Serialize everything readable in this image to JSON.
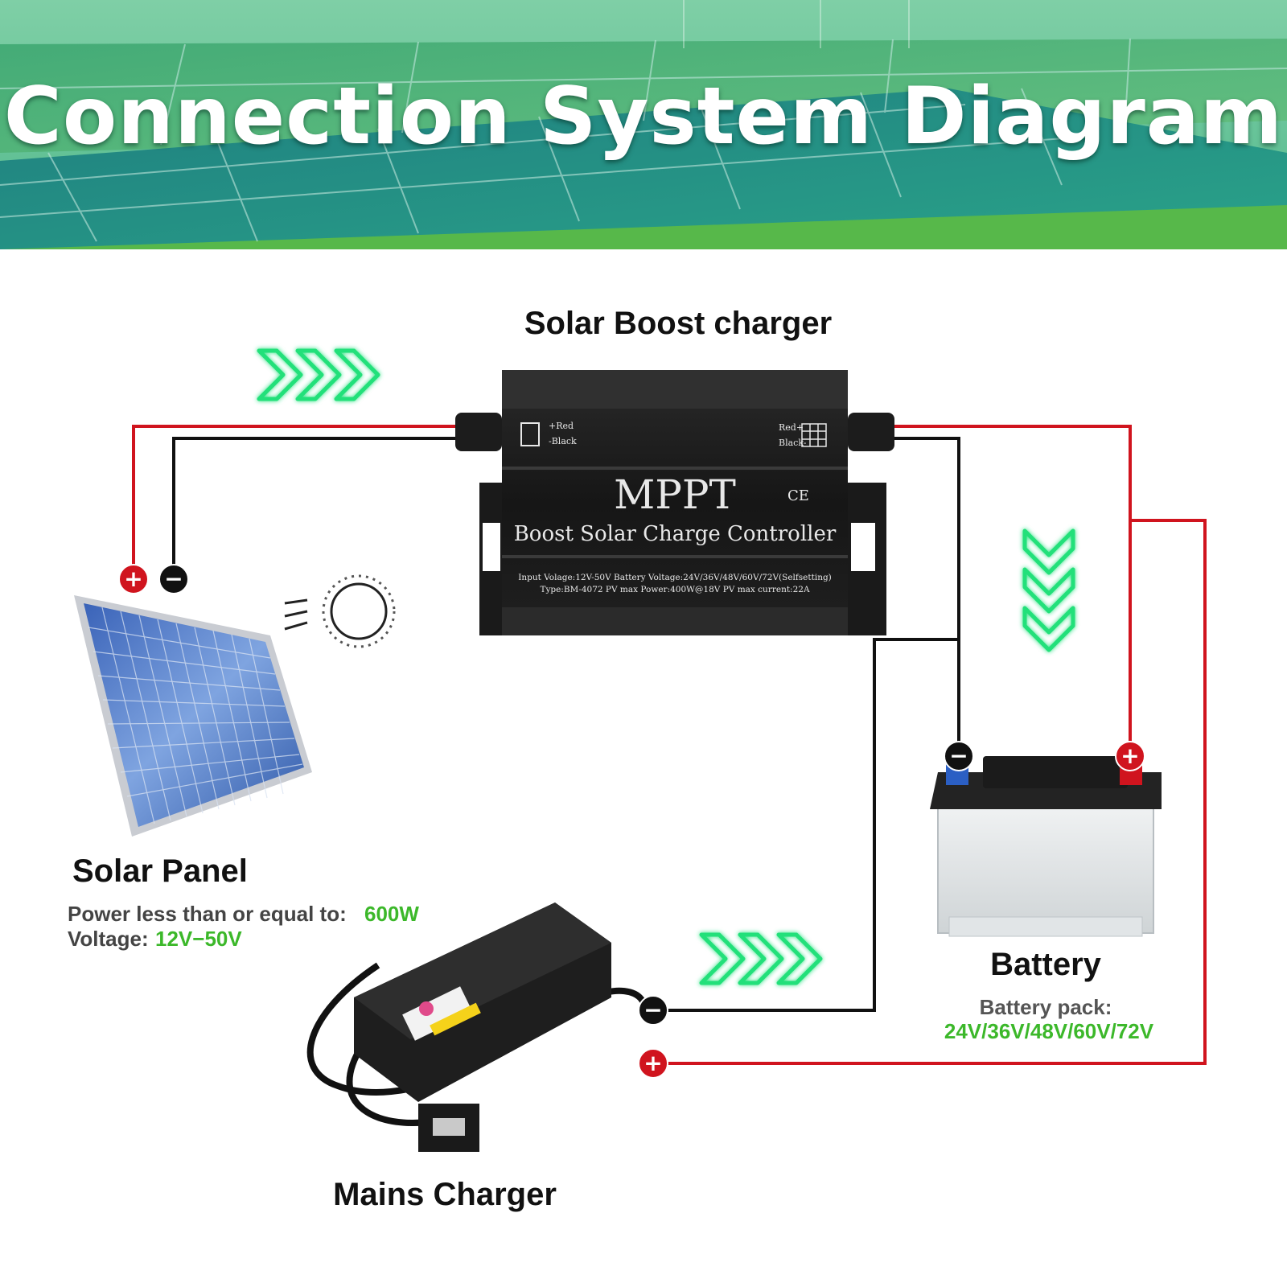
{
  "banner": {
    "title": "Connection System Diagram"
  },
  "controller": {
    "heading": "Solar Boost charger",
    "brand": "MPPT",
    "subtitle": "Boost Solar Charge Controller",
    "ce_mark": "CE",
    "left_port_red": "+Red",
    "left_port_black": "-Black",
    "right_port_red": "Red+",
    "right_port_black": "Black-",
    "spec_line_1": "Input Volage:12V-50V  Battery Voltage:24V/36V/48V/60V/72V(Selfsetting)",
    "spec_line_2": "Type:BM-4072 PV max Power:400W@18V  PV max current:22A"
  },
  "solar_panel": {
    "name": "Solar Panel",
    "power_label": "Power less than or equal to:",
    "power_value": "600W",
    "voltage_label": "Voltage:",
    "voltage_value": "12V−50V"
  },
  "battery": {
    "name": "Battery",
    "pack_label": "Battery pack:",
    "pack_value": "24V/36V/48V/60V/72V"
  },
  "mains_charger": {
    "name": "Mains Charger"
  },
  "terminals": {
    "plus": "+",
    "minus": "−"
  },
  "colors": {
    "positive_wire": "#d0141e",
    "negative_wire": "#111111",
    "accent_green": "#3cb82a",
    "arrow_green": "#22e07a",
    "banner_green": "#2e9c78"
  },
  "icons": [
    "flow-arrow-icon",
    "sun-icon",
    "plus-terminal-icon",
    "minus-terminal-icon"
  ]
}
